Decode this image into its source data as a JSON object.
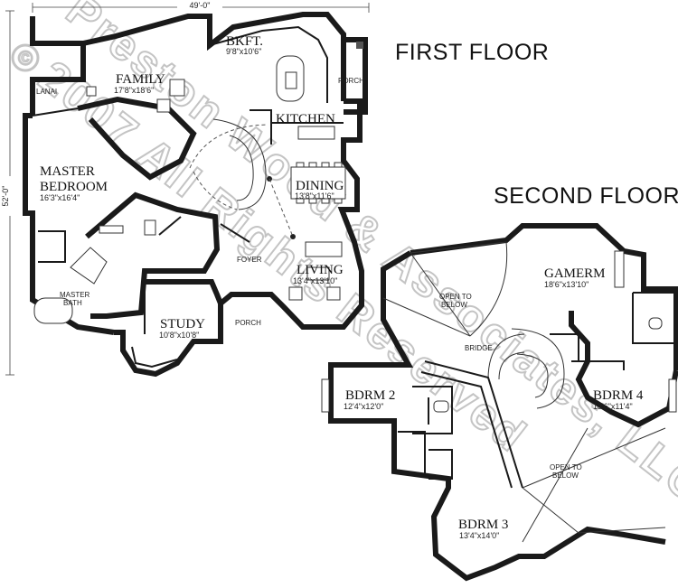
{
  "titles": {
    "first_floor": "FIRST FLOOR",
    "second_floor": "SECOND FLOOR"
  },
  "dimensions": {
    "width": "49'-0\"",
    "depth": "52'-0\""
  },
  "watermark": {
    "symbol": "©",
    "text": "Preston Wood & Associates, LLC",
    "year_text": "2007 All Rights Reserved"
  },
  "first_floor": {
    "bkft": {
      "name": "BKFT.",
      "size": "9'8\"x10'6\""
    },
    "family": {
      "name": "FAMILY",
      "size": "17'8\"x18'6\""
    },
    "lanai": {
      "name": "LANAI"
    },
    "kitchen": {
      "name": "KITCHEN"
    },
    "porch_top": {
      "name": "PORCH"
    },
    "master_bedroom": {
      "name_line1": "MASTER",
      "name_line2": "BEDROOM",
      "size": "16'3\"x16'4\""
    },
    "dining": {
      "name": "DINING",
      "size": "13'8\"x11'6\""
    },
    "living": {
      "name": "LIVING",
      "size": "13'4\"x13'10\""
    },
    "foyer": {
      "name": "FOYER"
    },
    "master_bath": {
      "name_line1": "MASTER",
      "name_line2": "BATH"
    },
    "study": {
      "name": "STUDY",
      "size": "10'8\"x10'8\""
    },
    "porch_bottom": {
      "name": "PORCH"
    }
  },
  "second_floor": {
    "gamerm": {
      "name": "GAMERM",
      "size": "18'6\"x13'10\""
    },
    "open_below_top": {
      "line1": "OPEN TO",
      "line2": "BELOW"
    },
    "bridge": {
      "name": "BRIDGE"
    },
    "bdrm2": {
      "name": "BDRM 2",
      "size": "12'4\"x12'0\""
    },
    "bdrm4": {
      "name": "BDRM 4",
      "size": "13'6\"x11'4\""
    },
    "open_below_bottom": {
      "line1": "OPEN TO",
      "line2": "BELOW"
    },
    "bdrm3": {
      "name": "BDRM 3",
      "size": "13'4\"x14'0\""
    }
  }
}
